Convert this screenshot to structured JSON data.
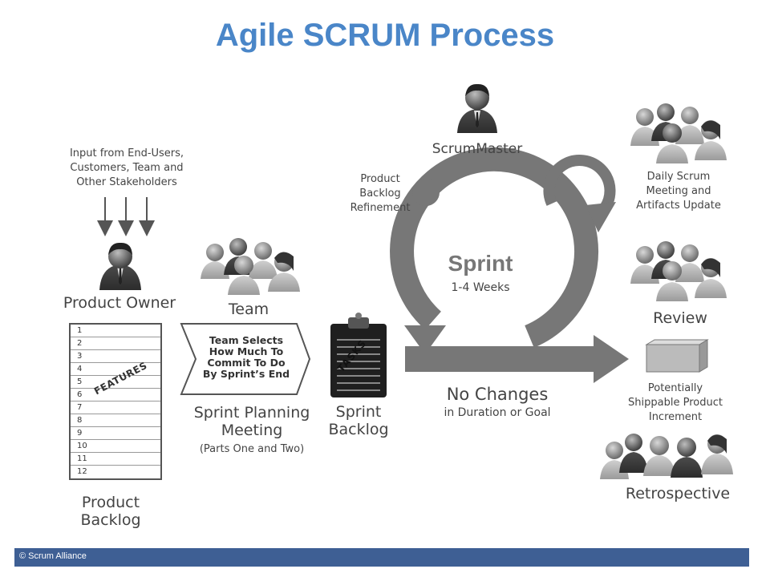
{
  "title": "Agile SCRUM Process",
  "input_text": [
    "Input from End-Users,",
    "Customers, Team and",
    "Other Stakeholders"
  ],
  "product_owner": "Product Owner",
  "team": "Team",
  "backlog_items": [
    "1",
    "2",
    "3",
    "4",
    "5",
    "6",
    "7",
    "8",
    "9",
    "10",
    "11",
    "12"
  ],
  "features_tag": "FEATURES",
  "product_backlog": [
    "Product",
    "Backlog"
  ],
  "planning_box": [
    "Team Selects",
    "How Much To",
    "Commit To Do",
    "By Sprint’s End"
  ],
  "sprint_planning": [
    "Sprint Planning",
    "Meeting"
  ],
  "sprint_planning_sub": "(Parts One and Two)",
  "tasks_tag": "TASKS",
  "sprint_backlog": [
    "Sprint",
    "Backlog"
  ],
  "refinement": [
    "Product",
    "Backlog",
    "Refinement"
  ],
  "scrummaster": "ScrumMaster",
  "sprint": "Sprint",
  "sprint_duration": "1-4 Weeks",
  "no_changes": "No Changes",
  "no_changes_sub": "in Duration or Goal",
  "daily_scrum": [
    "Daily Scrum",
    "Meeting and",
    "Artifacts Update"
  ],
  "review": "Review",
  "increment": [
    "Potentially",
    "Shippable Product",
    "Increment"
  ],
  "retrospective": "Retrospective",
  "footer": "© Scrum Alliance",
  "colors": {
    "title": "#4a86c8",
    "footer": "#3e5f94",
    "cycle": "#777777",
    "person_dark": "#5a5a5a",
    "person_light": "#b0b0b0"
  }
}
